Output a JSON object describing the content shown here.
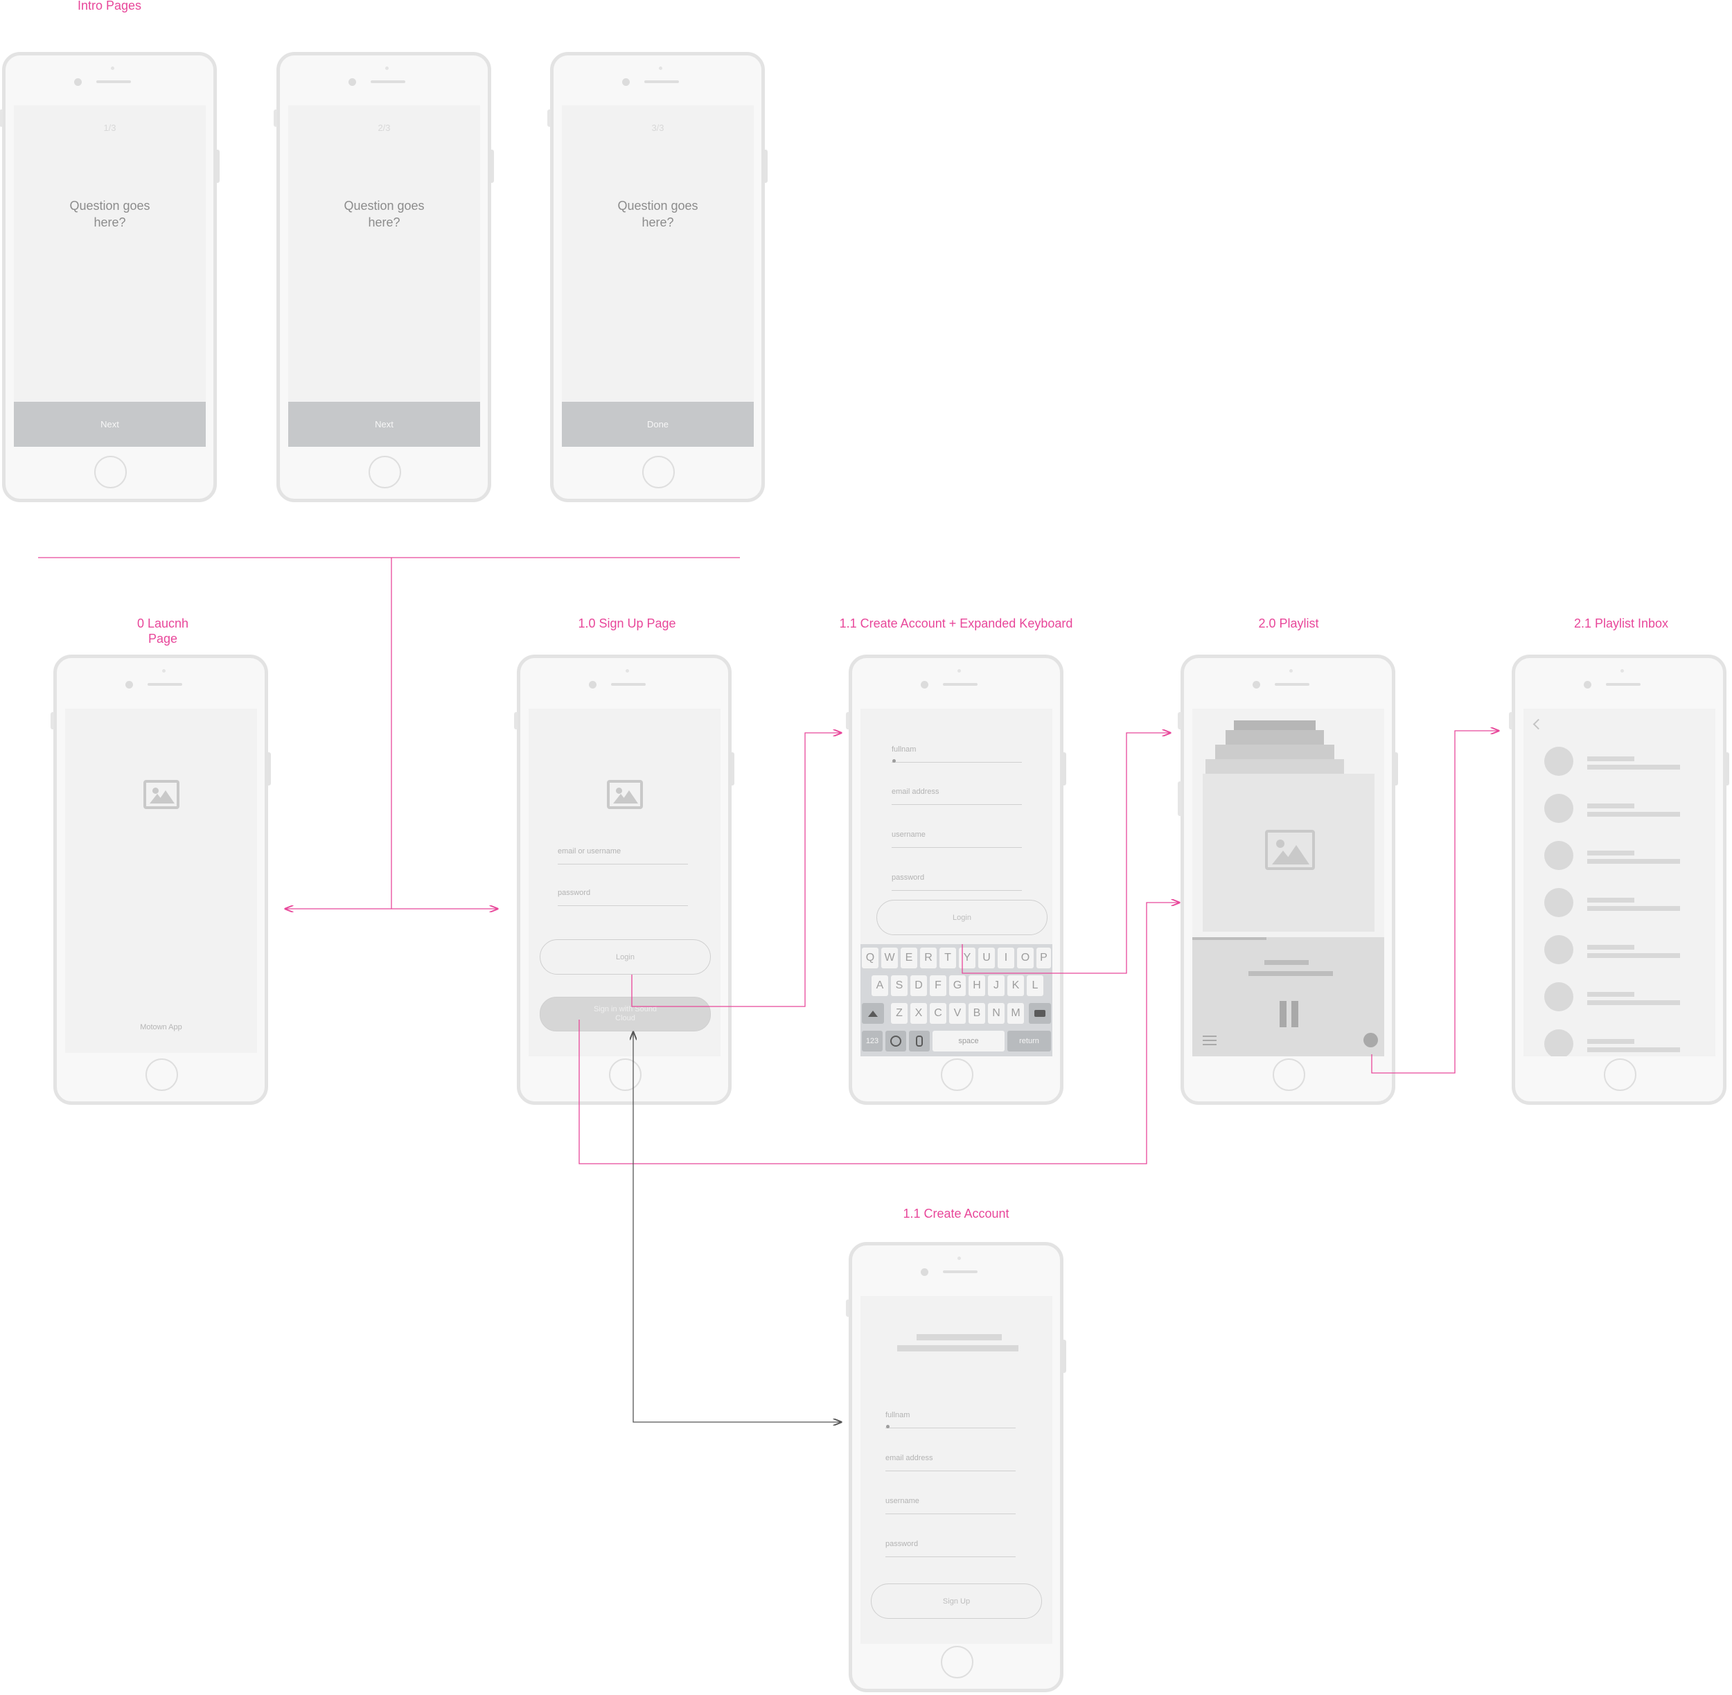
{
  "labels": {
    "intro": "Intro Pages",
    "launch": "0 Laucnh\nPage",
    "signup": "1.0 Sign Up Page",
    "create_kb": "1.1 Create Account + Expanded Keyboard",
    "playlist": "2.0 Playlist",
    "inbox": "2.1 Playlist Inbox",
    "create": "1.1 Create Account"
  },
  "intro_pages": [
    {
      "counter": "1/3",
      "question": "Question goes\nhere?",
      "button": "Next"
    },
    {
      "counter": "2/3",
      "question": "Question goes\nhere?",
      "button": "Next"
    },
    {
      "counter": "3/3",
      "question": "Question goes\nhere?",
      "button": "Done"
    }
  ],
  "launch": {
    "app_name": "Motown App"
  },
  "signup": {
    "email_placeholder": "email or username",
    "password_placeholder": "password",
    "login": "Login",
    "soundcloud": "Sign in with Sound\nCloud"
  },
  "create_kb": {
    "fullname": "fullnam",
    "email": "email address",
    "username": "username",
    "password": "password",
    "login": "Login",
    "keyboard": {
      "row1": [
        "Q",
        "W",
        "E",
        "R",
        "T",
        "Y",
        "U",
        "I",
        "O",
        "P"
      ],
      "row2": [
        "A",
        "S",
        "D",
        "F",
        "G",
        "H",
        "J",
        "K",
        "L"
      ],
      "row3": [
        "Z",
        "X",
        "C",
        "V",
        "B",
        "N",
        "M"
      ],
      "numbers": "123",
      "space": "space",
      "return": "return"
    }
  },
  "playlist": {
    "pause_icon": "pause-icon",
    "menu_icon": "menu-icon"
  },
  "inbox": {
    "back_icon": "chevron-left-icon",
    "item_count": 7
  },
  "create": {
    "fullname": "fullnam",
    "email": "email address",
    "username": "username",
    "password": "password",
    "signup": "Sign Up"
  },
  "colors": {
    "accent": "#e8479a",
    "arrow_dark": "#555555",
    "phone_border": "#e3e3e3",
    "screen": "#f2f2f2"
  }
}
